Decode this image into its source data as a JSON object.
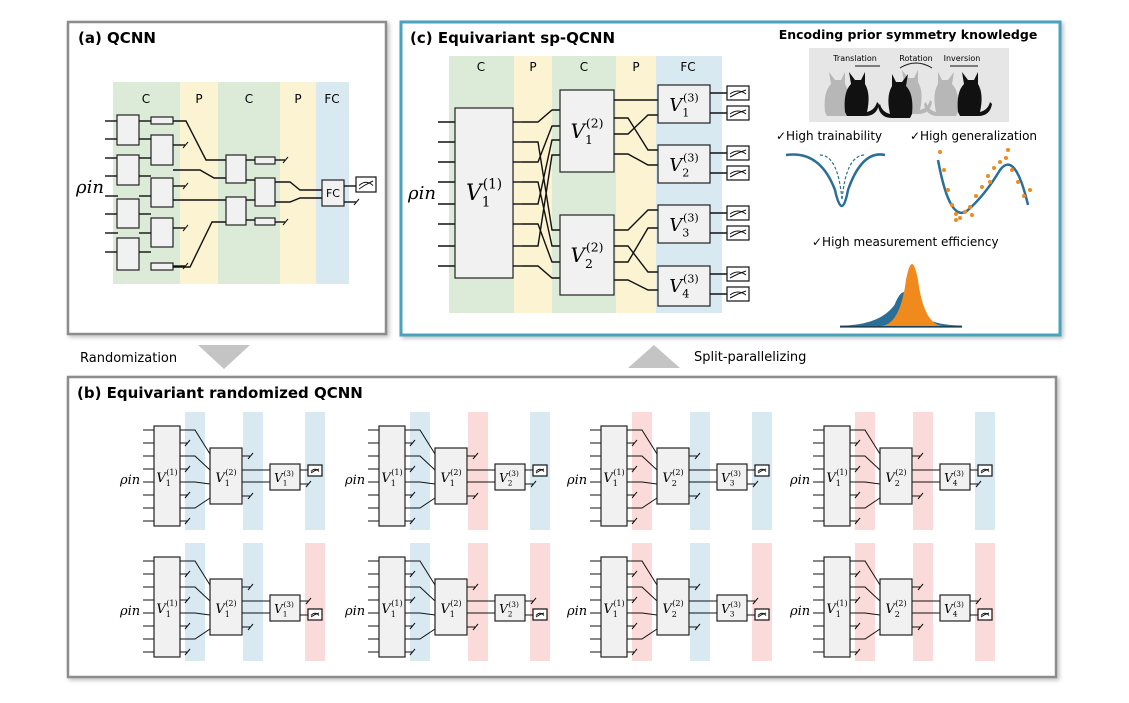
{
  "panel_a": {
    "title": "(a) QCNN",
    "layers": [
      "C",
      "P",
      "C",
      "P",
      "FC"
    ],
    "input_label": "ρin",
    "fc_label": "FC"
  },
  "panel_c": {
    "title": "(c) Equivariant sp-QCNN",
    "layers": [
      "C",
      "P",
      "C",
      "P",
      "FC"
    ],
    "input_label": "ρin",
    "v1": "V1(1)",
    "v2a": "V1(2)",
    "v2b": "V2(2)",
    "v3": [
      "V1(3)",
      "V2(3)",
      "V3(3)",
      "V4(3)"
    ],
    "prior_title": "Encoding prior symmetry knowledge",
    "symmetries": [
      "Translation",
      "Rotation",
      "Inversion"
    ],
    "benefits": [
      "✓High trainability",
      "✓High generalization",
      "✓High measurement efficiency"
    ]
  },
  "arrows": {
    "randomization": "Randomization",
    "split": "Split-parallelizing"
  },
  "panel_b": {
    "title": "(b) Equivariant randomized QCNN",
    "circuits": [
      {
        "v1": "V1(1)",
        "v2": "V1(2)",
        "v3": "V1(3)",
        "bands": [
          "blue",
          "blue",
          "blue"
        ],
        "meas_row": "top"
      },
      {
        "v1": "V1(1)",
        "v2": "V1(2)",
        "v3": "V2(3)",
        "bands": [
          "blue",
          "red",
          "blue"
        ],
        "meas_row": "top"
      },
      {
        "v1": "V1(1)",
        "v2": "V2(2)",
        "v3": "V3(3)",
        "bands": [
          "red",
          "blue",
          "blue"
        ],
        "meas_row": "top"
      },
      {
        "v1": "V1(1)",
        "v2": "V2(2)",
        "v3": "V4(3)",
        "bands": [
          "red",
          "red",
          "blue"
        ],
        "meas_row": "top"
      },
      {
        "v1": "V1(1)",
        "v2": "V1(2)",
        "v3": "V1(3)",
        "bands": [
          "blue",
          "blue",
          "red"
        ],
        "meas_row": "bottom"
      },
      {
        "v1": "V1(1)",
        "v2": "V1(2)",
        "v3": "V2(3)",
        "bands": [
          "blue",
          "red",
          "red"
        ],
        "meas_row": "bottom"
      },
      {
        "v1": "V1(1)",
        "v2": "V2(2)",
        "v3": "V3(3)",
        "bands": [
          "red",
          "blue",
          "red"
        ],
        "meas_row": "bottom"
      },
      {
        "v1": "V1(1)",
        "v2": "V2(2)",
        "v3": "V4(3)",
        "bands": [
          "red",
          "red",
          "red"
        ],
        "meas_row": "bottom"
      }
    ],
    "input_label": "ρin"
  },
  "colors": {
    "green": "#dcebd8",
    "yellow": "#fbf3d2",
    "blue": "#d8e9f1",
    "red": "#fbdada",
    "teal_border": "#4aa3bf",
    "curve_blue": "#2a6f97",
    "orange": "#f08a1c"
  }
}
